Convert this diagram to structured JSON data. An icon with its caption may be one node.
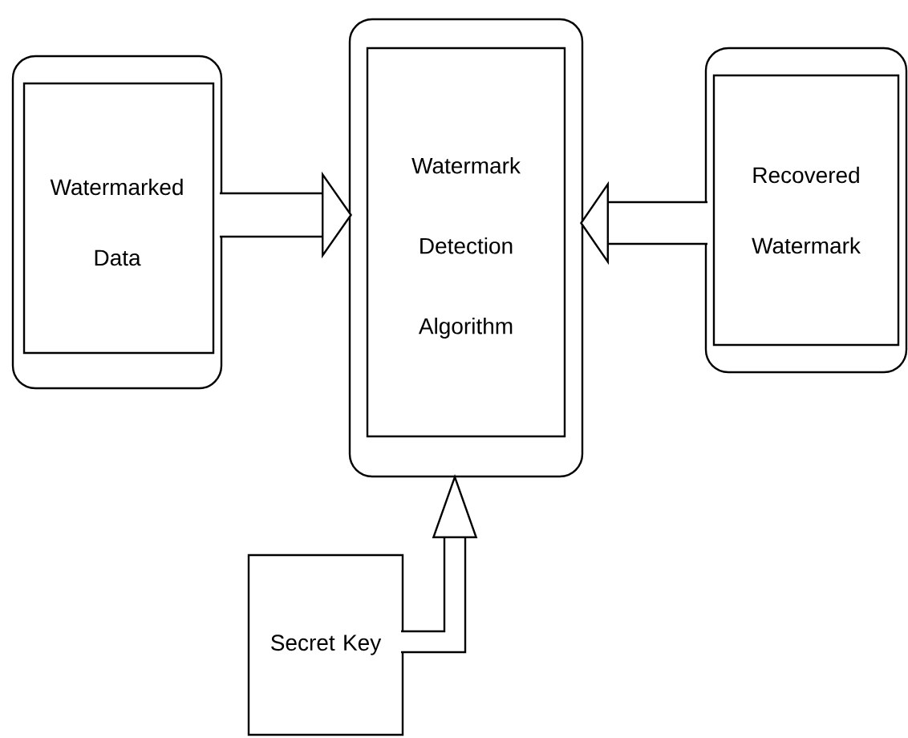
{
  "diagram": {
    "nodes": [
      {
        "text": [
          "Watermarked Data"
        ]
      },
      {
        "text": [
          "Watermark Detection Algorithm"
        ]
      },
      {
        "text": [
          "Recovered Watermark"
        ]
      },
      {
        "text": [
          "Secret Key"
        ]
      }
    ],
    "edges": [
      {
        "from": 0,
        "to": 1,
        "arrow": "to"
      },
      {
        "from": 2,
        "to": 1,
        "arrow": "to"
      },
      {
        "from": 3,
        "to": 1,
        "arrow": "to"
      }
    ]
  }
}
